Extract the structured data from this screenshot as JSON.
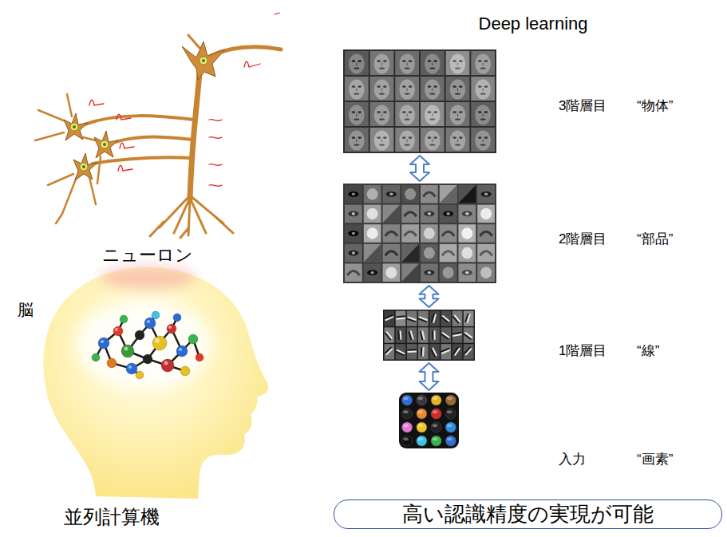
{
  "diagram": {
    "title": "Deep learning",
    "nodes": [
      {
        "text": [
          "3階層目",
          "“物体”"
        ]
      },
      {
        "text": [
          "2階層目",
          "“部品”"
        ]
      },
      {
        "text": [
          "1階層目",
          "“線”"
        ]
      },
      {
        "text": [
          "入力",
          "“画素”"
        ]
      },
      {
        "text": [
          "高い認識精度の実現が可能"
        ]
      }
    ],
    "edges": [
      {
        "from": 0,
        "to": 1,
        "arrow": "both"
      },
      {
        "from": 1,
        "to": 2,
        "arrow": "both"
      },
      {
        "from": 2,
        "to": 3,
        "arrow": "both"
      }
    ],
    "labels": [
      "ニューロン",
      "脳",
      "並列計算機"
    ]
  }
}
